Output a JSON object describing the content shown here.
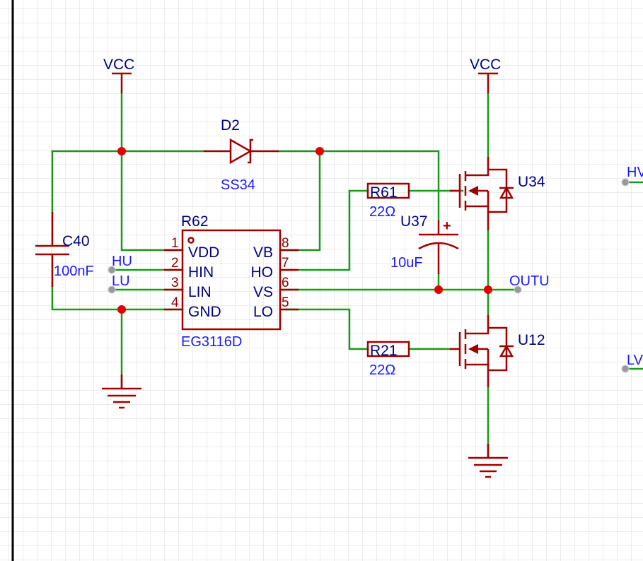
{
  "colors": {
    "background": "#ffffff",
    "grid": "#d8d8d8",
    "wire": "#1a9a1a",
    "component": "#a00000",
    "junction": "#e00000",
    "net_label": "#00007f",
    "value_label": "#1a1aff",
    "port_dot": "#999999",
    "sheet_border": "#000000"
  },
  "power": {
    "vcc_left": "VCC",
    "vcc_right": "VCC"
  },
  "ic": {
    "designator": "R62",
    "part": "EG3116D",
    "pins_left": [
      {
        "num": "1",
        "name": "VDD"
      },
      {
        "num": "2",
        "name": "HIN"
      },
      {
        "num": "3",
        "name": "LIN"
      },
      {
        "num": "4",
        "name": "GND"
      }
    ],
    "pins_right": [
      {
        "num": "8",
        "name": "VB"
      },
      {
        "num": "7",
        "name": "HO"
      },
      {
        "num": "6",
        "name": "VS"
      },
      {
        "num": "5",
        "name": "LO"
      }
    ]
  },
  "diode": {
    "designator": "D2",
    "value": "SS34"
  },
  "cap_c40": {
    "designator": "C40",
    "value": "100nF"
  },
  "cap_u37": {
    "designator": "U37",
    "value": "10uF",
    "polarity": "+"
  },
  "res_r61": {
    "designator": "R61",
    "value": "22Ω"
  },
  "res_r21": {
    "designator": "R21",
    "value": "22Ω"
  },
  "mosfet_high": {
    "designator": "U34"
  },
  "mosfet_low": {
    "designator": "U12"
  },
  "ports": {
    "hu": "HU",
    "lu": "LU",
    "outu": "OUTU",
    "hv": "HV",
    "lv": "LV"
  }
}
